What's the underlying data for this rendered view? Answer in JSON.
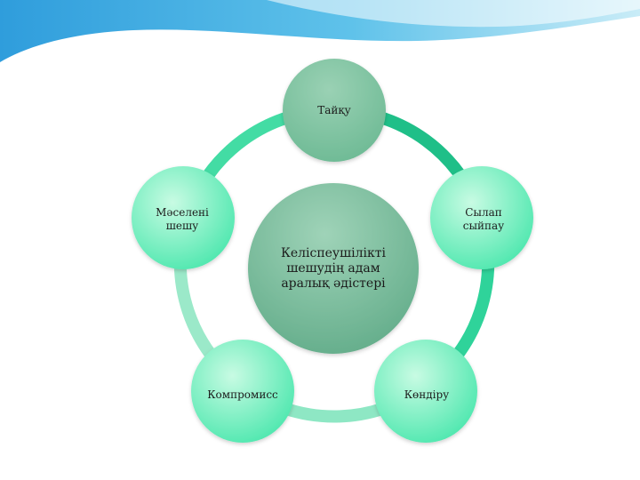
{
  "diagram": {
    "center": {
      "label": "Келіспеушілікті\nшешудің адам\nаралық әдістері"
    },
    "nodes": [
      {
        "id": "taiqu",
        "label": "Тайқу"
      },
      {
        "id": "sylap-syipau",
        "label": "Сылап\nсыйпау"
      },
      {
        "id": "kondiru",
        "label": "Көндіру"
      },
      {
        "id": "kompromiss",
        "label": "Компромисс"
      },
      {
        "id": "maseleni-sheshu",
        "label": "Мәселені\nшешу"
      }
    ]
  },
  "colors": {
    "header_wave": "#3aa7e0",
    "ring": "#33d6a2",
    "node_fill_light": "#b8f7da",
    "node_fill_dark": "#3fe3a6",
    "center_fill": "#7cbfa2"
  }
}
